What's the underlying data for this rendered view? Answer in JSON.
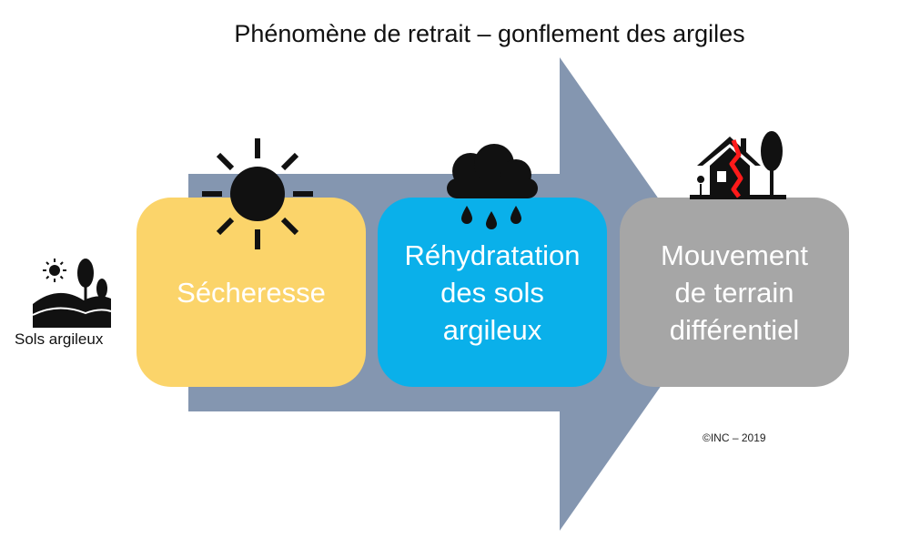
{
  "title": "Phénomène de retrait – gonflement des argiles",
  "soil": {
    "label": "Sols argileux",
    "icon": "landscape-sun-trees-icon"
  },
  "steps": [
    {
      "label": "Sécheresse",
      "color": "#fbd46a",
      "icon": "sun-icon"
    },
    {
      "label": "Réhydratation\ndes sols\nargileux",
      "color": "#0ab0ea",
      "icon": "rain-cloud-icon"
    },
    {
      "label": "Mouvement\nde terrain\ndifférentiel",
      "color": "#a6a6a6",
      "icon": "cracked-house-icon"
    }
  ],
  "arrow_color": "#8496b0",
  "copyright": "©INC – 2019"
}
